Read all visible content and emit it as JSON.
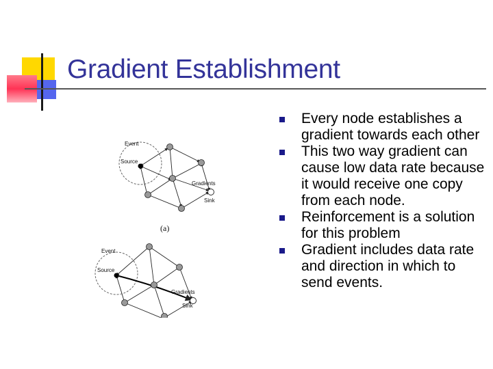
{
  "slide": {
    "title": "Gradient Establishment",
    "accent_colors": {
      "yellow": "#ffd800",
      "red": "#ff3355",
      "blue": "#5566ee",
      "title": "#333399"
    }
  },
  "bullets": [
    {
      "text": "Every node establishes a gradient towards each other"
    },
    {
      "text": "This two way gradient can cause low data rate because it would receive one copy from each node."
    },
    {
      "text": "Reinforcement is a solution for this problem"
    },
    {
      "text": "Gradient includes data rate and direction in which to send events."
    }
  ],
  "figure_a": {
    "event_label": "Event",
    "source_label": "Source",
    "gradients_label": "Gradients",
    "sink_label": "Sink",
    "caption": "(a)"
  },
  "figure_b": {
    "event_label": "Event",
    "source_label": "Source",
    "gradients_label": "Gradients",
    "sink_label": "Sink"
  }
}
